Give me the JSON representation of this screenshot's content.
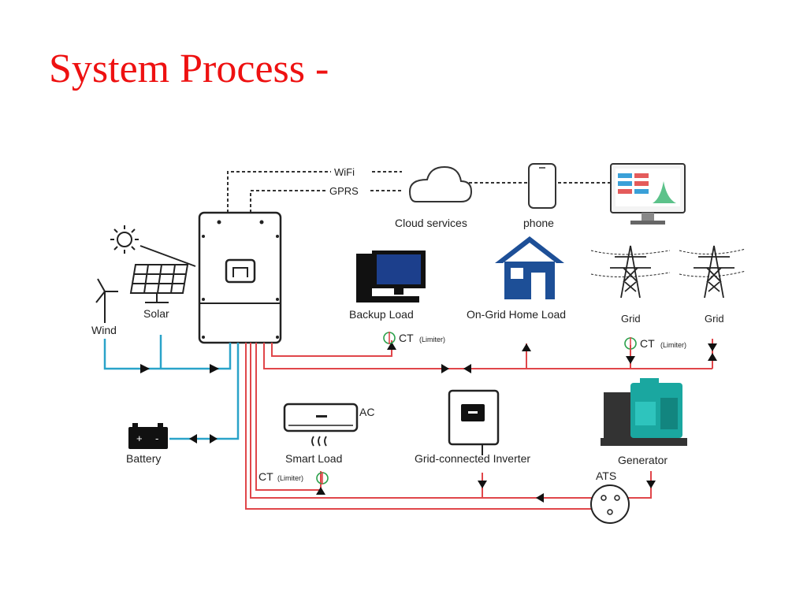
{
  "slide": {
    "title": "System Process -"
  },
  "diagram": {
    "comms": {
      "wifi": "WiFi",
      "gprs": "GPRS"
    },
    "labels": {
      "cloud": "Cloud services",
      "phone": "phone",
      "solar": "Solar",
      "wind": "Wind",
      "backup_load": "Backup Load",
      "ongrid_home_load": "On-Grid Home Load",
      "grid_1": "Grid",
      "grid_2": "Grid",
      "battery": "Battery",
      "ac": "AC",
      "smart_load": "Smart Load",
      "grid_connected_inverter": "Grid-connected Inverter",
      "generator": "Generator",
      "ats": "ATS"
    },
    "ct_sensors": [
      {
        "label": "CT",
        "sub": "(Limiter)"
      },
      {
        "label": "CT",
        "sub": "(Limiter)"
      },
      {
        "label": "CT",
        "sub": "(Limiter)"
      }
    ],
    "colors": {
      "dc_line": "#2aa3c9",
      "ac_line": "#e0464a",
      "title": "#ee1111",
      "house": "#1d4f97",
      "generator": "#1aa7a0"
    }
  }
}
